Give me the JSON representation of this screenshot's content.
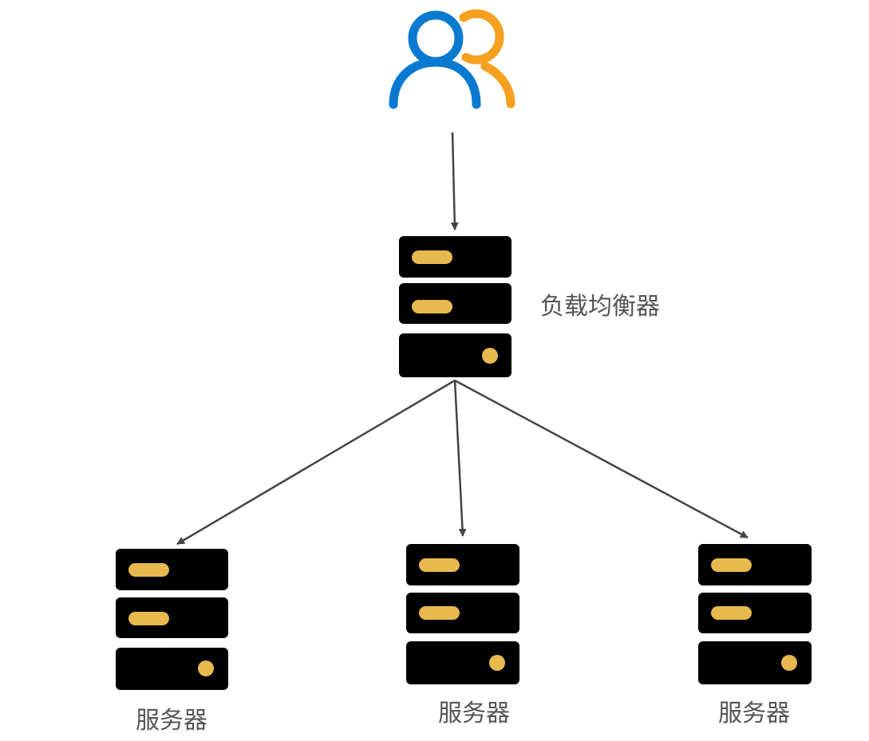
{
  "diagram": {
    "nodes": {
      "users": {
        "icon": "users-icon"
      },
      "load_balancer": {
        "icon": "server-icon",
        "label": "负载均衡器"
      },
      "servers": [
        {
          "icon": "server-icon",
          "label": "服务器"
        },
        {
          "icon": "server-icon",
          "label": "服务器"
        },
        {
          "icon": "server-icon",
          "label": "服务器"
        }
      ]
    },
    "edges": [
      {
        "from": "users",
        "to": "load_balancer"
      },
      {
        "from": "load_balancer",
        "to": "servers.0"
      },
      {
        "from": "load_balancer",
        "to": "servers.1"
      },
      {
        "from": "load_balancer",
        "to": "servers.2"
      }
    ],
    "colors": {
      "server_body": "#000000",
      "server_accent": "#E8B94F",
      "user_primary": "#0A7AD1",
      "user_secondary": "#F5A01F",
      "edge": "#444444",
      "label": "#555555"
    }
  }
}
